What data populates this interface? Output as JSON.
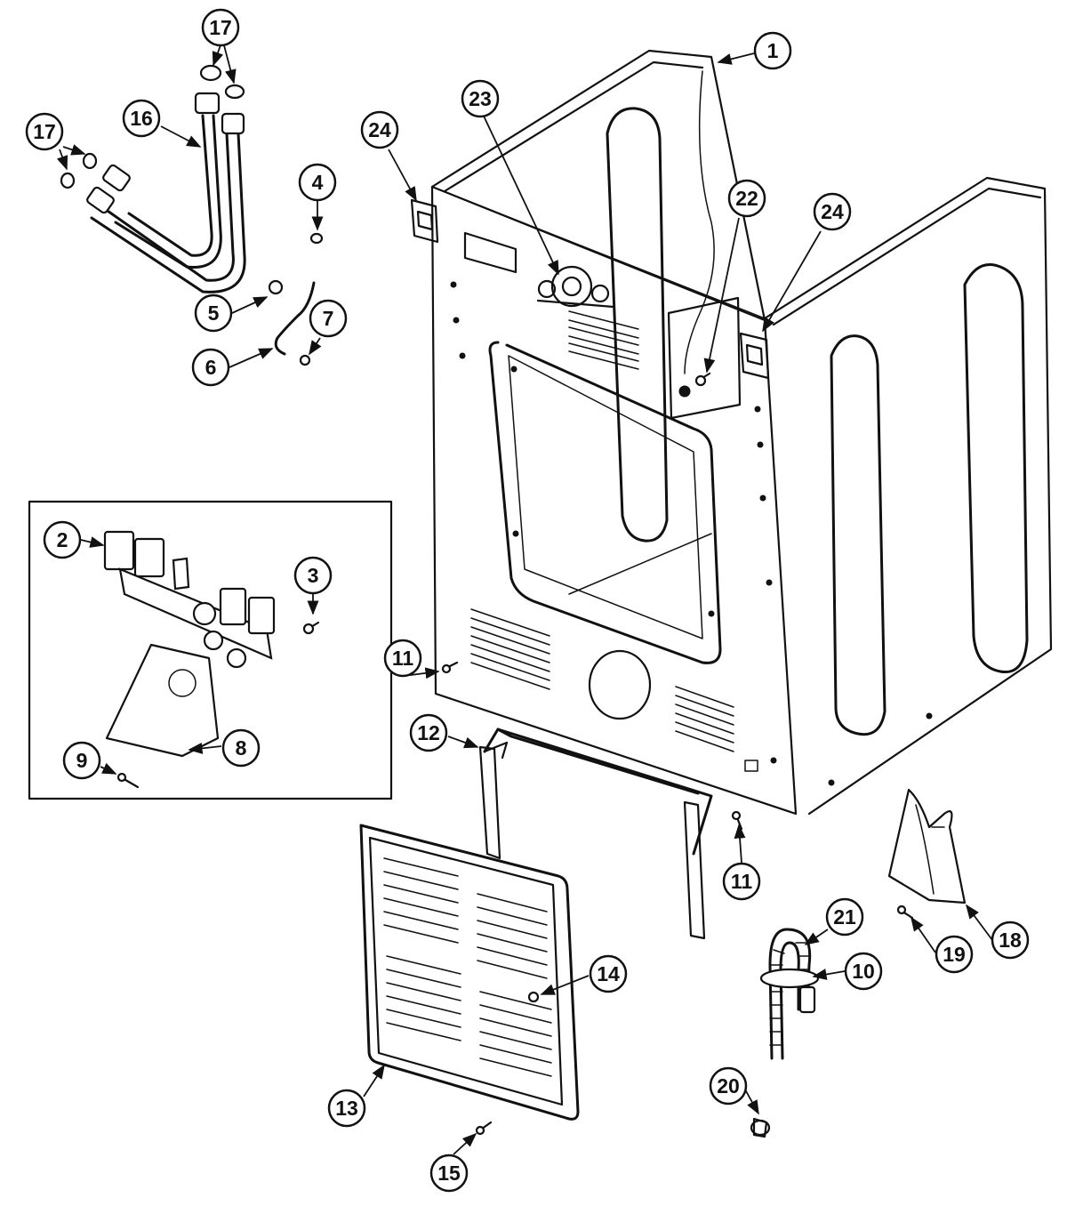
{
  "diagram": {
    "callouts": [
      "1",
      "2",
      "3",
      "4",
      "5",
      "6",
      "7",
      "8",
      "9",
      "10",
      "11",
      "11",
      "12",
      "13",
      "14",
      "15",
      "16",
      "17",
      "17",
      "18",
      "19",
      "20",
      "21",
      "22",
      "23",
      "24",
      "24"
    ]
  }
}
